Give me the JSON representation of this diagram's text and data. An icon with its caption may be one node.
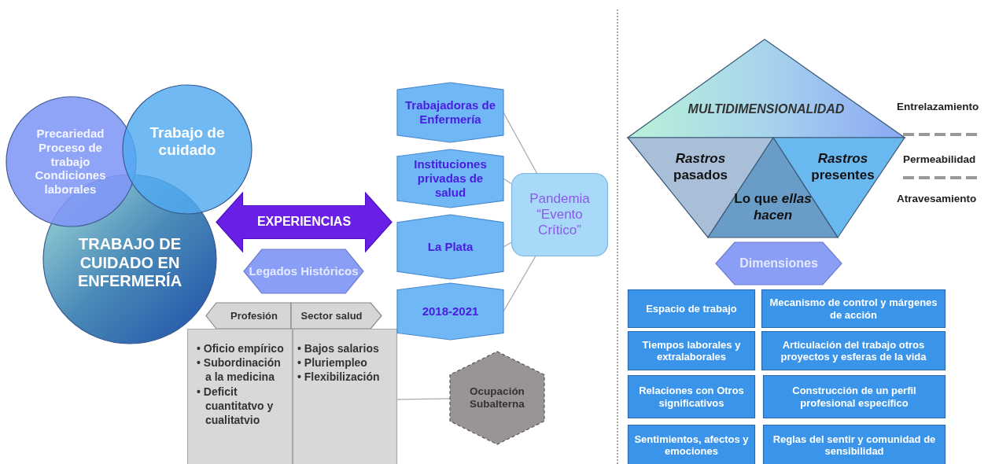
{
  "diagram": {
    "nodes": [
      {
        "text": [
          "Precariedad",
          "Proceso de trabajo",
          "Condiciones laborales"
        ]
      },
      {
        "text": [
          "Trabajo de cuidado"
        ]
      },
      {
        "text": [
          "TRABAJO DE CUIDADO EN ENFERMERÍA"
        ]
      },
      {
        "text": [
          "EXPERIENCIAS"
        ]
      },
      {
        "text": [
          "Legados Históricos"
        ]
      },
      {
        "text": [
          "Profesión"
        ]
      },
      {
        "text": [
          "Sector salud"
        ]
      },
      {
        "text": [
          "• Oficio empírico",
          "• Subordinación a la medicina",
          "• Deficit cuantitatvo y cualitatvio"
        ]
      },
      {
        "text": [
          "• Bajos salarios",
          "• Pluriempleo",
          "• Flexibilización"
        ]
      },
      {
        "text": [
          "Trabajadoras de Enfermería"
        ]
      },
      {
        "text": [
          "Instituciones privadas de salud"
        ]
      },
      {
        "text": [
          "La Plata"
        ]
      },
      {
        "text": [
          "2018-2021"
        ]
      },
      {
        "text": [
          "Pandemia “Evento Crítico”"
        ]
      },
      {
        "text": [
          "Ocupación Subalterna"
        ]
      },
      {
        "text": [
          "MULTIDIMENSIONALIDAD"
        ]
      },
      {
        "text": [
          "*Rastros* pasados"
        ]
      },
      {
        "text": [
          "Lo que *ellas hacen*"
        ]
      },
      {
        "text": [
          "*Rastros* presentes"
        ]
      },
      {
        "text": [
          "Dimensiones"
        ]
      },
      {
        "text": [
          "Espacio de trabajo"
        ]
      },
      {
        "text": [
          "Mecanismo de control y márgenes de acción"
        ]
      },
      {
        "text": [
          "Tiempos laborales y extralaborales"
        ]
      },
      {
        "text": [
          "Articulación del trabajo otros proyectos y esferas de la vida"
        ]
      },
      {
        "text": [
          "Relaciones con Otros significativos"
        ]
      },
      {
        "text": [
          "Construcción de un perfil profesional específico"
        ]
      },
      {
        "text": [
          "Sentimientos, afectos y emociones"
        ]
      },
      {
        "text": [
          "Reglas del sentir y comunidad de sensibilidad"
        ]
      }
    ],
    "edges": [
      {
        "from": 9,
        "to": 13,
        "arrow": "none"
      },
      {
        "from": 10,
        "to": 13,
        "arrow": "none"
      },
      {
        "from": 11,
        "to": 13,
        "arrow": "none"
      },
      {
        "from": 12,
        "to": 13,
        "arrow": "none"
      },
      {
        "from": 8,
        "to": 14,
        "arrow": "none"
      }
    ],
    "labels": [
      "Entrelazamiento",
      "Permeabilidad",
      "Atravesamiento"
    ]
  }
}
